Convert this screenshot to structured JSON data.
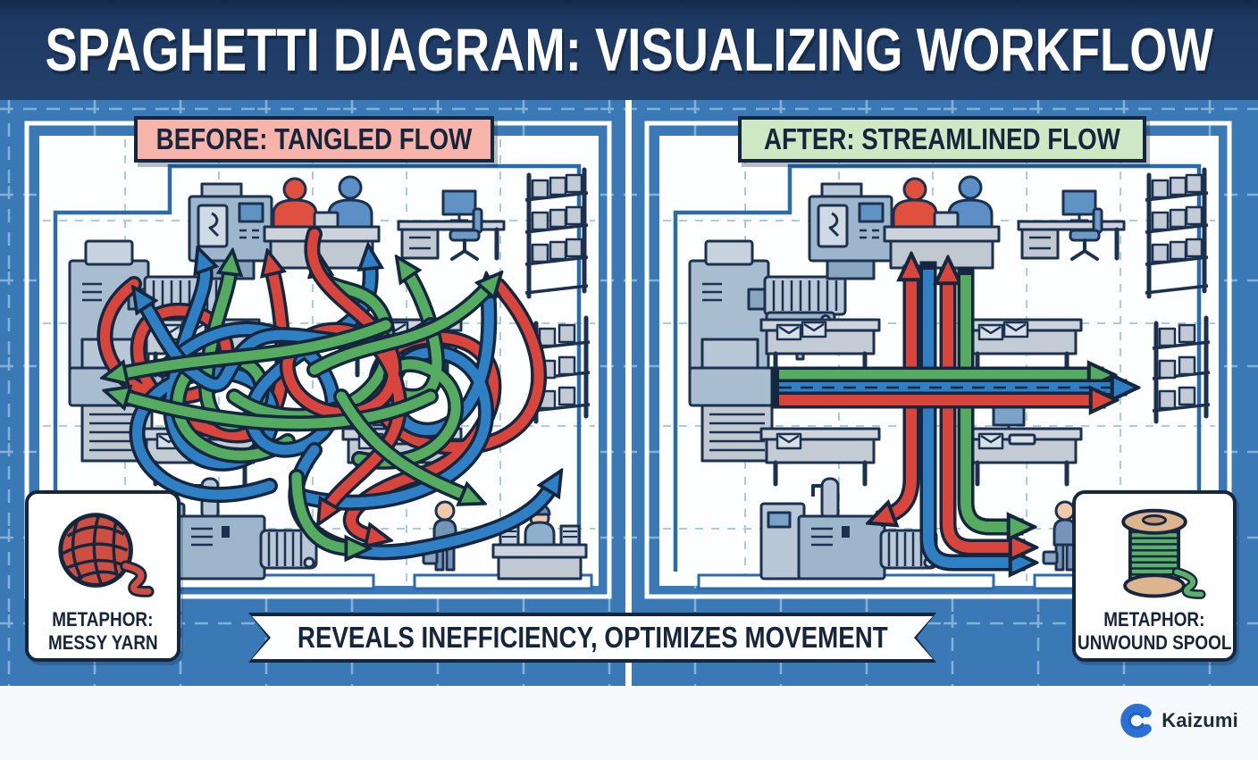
{
  "header": {
    "title": "SPAGHETTI DIAGRAM: VISUALIZING WORKFLOW"
  },
  "panels": {
    "before": {
      "label": "BEFORE: TANGLED FLOW",
      "flow_style": "tangled",
      "flow_colors": [
        "#d8453c",
        "#2f7fc4",
        "#55ab5f"
      ]
    },
    "after": {
      "label": "AFTER: STREAMLINED FLOW",
      "flow_style": "streamlined",
      "flow_colors": [
        "#d8453c",
        "#2f7fc4",
        "#55ab5f"
      ]
    }
  },
  "metaphors": {
    "before": {
      "title": "METAPHOR:",
      "subtitle": "MESSY YARN",
      "icon": "yarn-ball-icon",
      "icon_color": "#cd4f41"
    },
    "after": {
      "title": "METAPHOR:",
      "subtitle": "UNWOUND SPOOL",
      "icon": "thread-spool-icon",
      "icon_color": "#5cb06a"
    }
  },
  "banner": {
    "text": "REVEALS INEFFICIENCY, OPTIMIZES MOVEMENT"
  },
  "footer": {
    "brand": "Kaizumi",
    "icon": "kaizumi-wave-icon",
    "brand_color": "#2e6fd6"
  },
  "colors": {
    "header_navy": "#1d3a63",
    "background_blue": "#3a79b6",
    "outline_navy": "#14273f",
    "flow_red": "#d8453c",
    "flow_blue": "#2f7fc4",
    "flow_green": "#55ab5f",
    "label_pink": "#f6b4aa",
    "label_green": "#cfe8c4",
    "floor_white": "#fdfeff",
    "wall_blue": "#2a6cab",
    "footer_bg": "#f7fafc"
  }
}
